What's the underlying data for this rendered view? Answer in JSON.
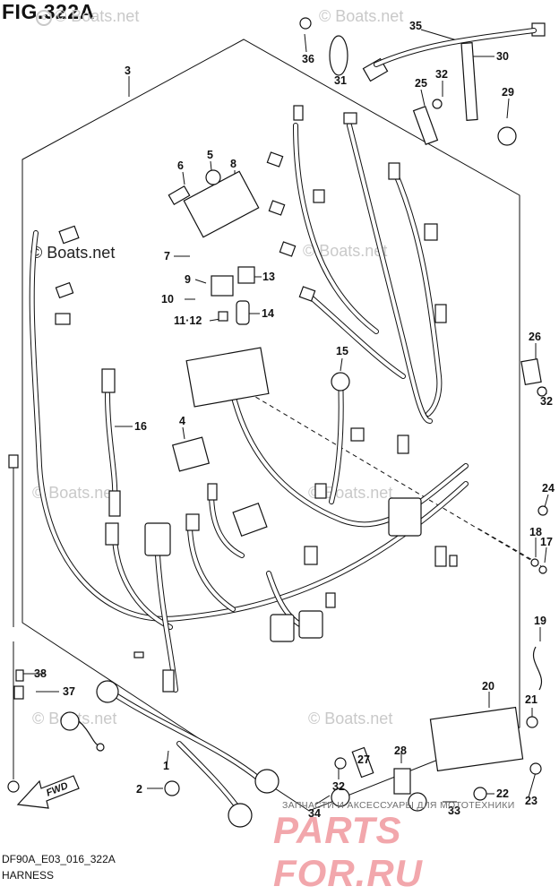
{
  "figure": {
    "title": "FIG.322A",
    "code": "DF90A_E03_016_322A",
    "name": "HARNESS"
  },
  "watermarks": {
    "boats_net": "© Boats.net",
    "shop_small": "ЗАПЧАСТИ И АКСЕССУАРЫ ДЛЯ МОТОТЕХНИКИ",
    "shop_big": "PARTS FOR.RU"
  },
  "fwd_label": "FWD",
  "callouts": [
    {
      "id": "c-36",
      "label": "36"
    },
    {
      "id": "c-31",
      "label": "31"
    },
    {
      "id": "c-35",
      "label": "35"
    },
    {
      "id": "c-30",
      "label": "30"
    },
    {
      "id": "c-32a",
      "label": "32"
    },
    {
      "id": "c-25",
      "label": "25"
    },
    {
      "id": "c-29",
      "label": "29"
    },
    {
      "id": "c-3",
      "label": "3"
    },
    {
      "id": "c-5",
      "label": "5"
    },
    {
      "id": "c-6",
      "label": "6"
    },
    {
      "id": "c-8",
      "label": "8"
    },
    {
      "id": "c-7",
      "label": "7"
    },
    {
      "id": "c-9",
      "label": "9"
    },
    {
      "id": "c-13",
      "label": "13"
    },
    {
      "id": "c-10",
      "label": "10"
    },
    {
      "id": "c-11-12",
      "label": "11·12"
    },
    {
      "id": "c-14",
      "label": "14"
    },
    {
      "id": "c-15",
      "label": "15"
    },
    {
      "id": "c-26",
      "label": "26"
    },
    {
      "id": "c-32b",
      "label": "32"
    },
    {
      "id": "c-16",
      "label": "16"
    },
    {
      "id": "c-4",
      "label": "4"
    },
    {
      "id": "c-24",
      "label": "24"
    },
    {
      "id": "c-18",
      "label": "18"
    },
    {
      "id": "c-17",
      "label": "17"
    },
    {
      "id": "c-19",
      "label": "19"
    },
    {
      "id": "c-38",
      "label": "38"
    },
    {
      "id": "c-37",
      "label": "37"
    },
    {
      "id": "c-20",
      "label": "20"
    },
    {
      "id": "c-21",
      "label": "21"
    },
    {
      "id": "c-28",
      "label": "28"
    },
    {
      "id": "c-27",
      "label": "27"
    },
    {
      "id": "c-1",
      "label": "1"
    },
    {
      "id": "c-2",
      "label": "2"
    },
    {
      "id": "c-22",
      "label": "22"
    },
    {
      "id": "c-23",
      "label": "23"
    },
    {
      "id": "c-32c",
      "label": "32"
    },
    {
      "id": "c-34",
      "label": "34"
    },
    {
      "id": "c-33",
      "label": "33"
    }
  ]
}
